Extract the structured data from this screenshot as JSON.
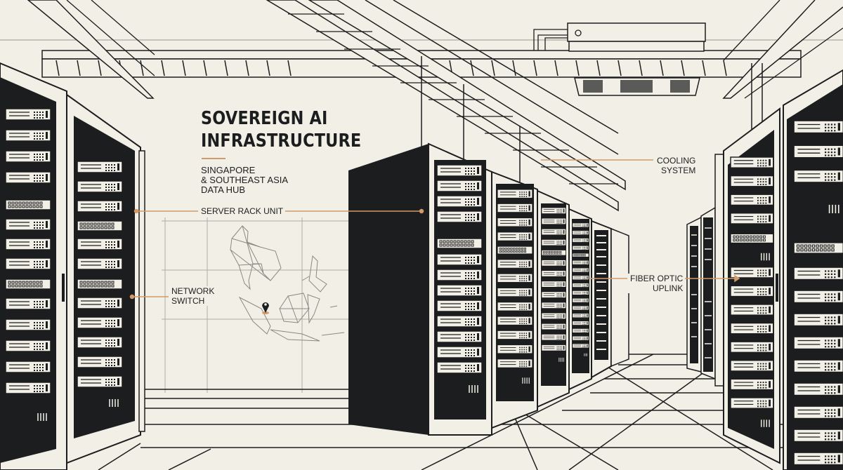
{
  "colors": {
    "background": "#f2f0e6",
    "ink": "#1c1d1f",
    "accent": "#d19a6a"
  },
  "heading": {
    "title_line1": "SOVEREIGN AI",
    "title_line2": "INFRASTRUCTURE",
    "subtitle_line1": "SINGAPORE",
    "subtitle_line2": "& SOUTHEAST ASIA",
    "subtitle_line3": "DATA HUB"
  },
  "callouts": {
    "server_rack_unit": "SERVER RACK UNIT",
    "network_switch_line1": "NETWORK",
    "network_switch_line2": "SWITCH",
    "cooling_system_line1": "COOLING",
    "cooling_system_line2": "SYSTEM",
    "fiber_optic_line1": "FIBER OPTIC",
    "fiber_optic_line2": "UPLINK"
  },
  "map": {
    "region": "Southeast Asia",
    "marker": "map-pin-icon",
    "marker_location": "Singapore"
  }
}
